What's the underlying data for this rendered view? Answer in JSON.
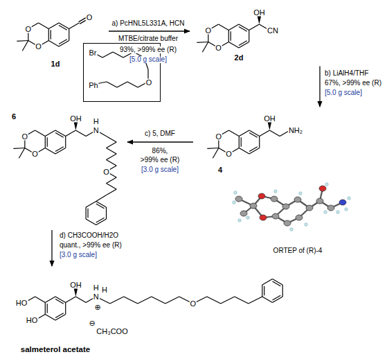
{
  "diagram": {
    "nodes": [
      {
        "text": [
          "O",
          "O",
          "O",
          "1d"
        ]
      },
      {
        "text": [
          "OH",
          "CN",
          "O",
          "O",
          "2d"
        ]
      },
      {
        "text": [
          "Br",
          "Ph",
          "O"
        ]
      },
      {
        "text": [
          "OH",
          "NH₂",
          "O",
          "O",
          "4"
        ]
      },
      {
        "text": [
          "OH",
          "H",
          "N",
          "O",
          "O",
          "O",
          "6"
        ]
      },
      {
        "text": [
          "OH",
          "H",
          "N",
          "H",
          "⊕",
          "HO",
          "HO",
          "O",
          "⊖",
          "CH₃COO",
          "salmeterol acetate"
        ]
      }
    ],
    "edges": [
      {
        "from": 0,
        "to": 1,
        "arrow": "to",
        "label": "a) PcHNL5L331A, HCN"
      },
      {
        "from": 1,
        "to": 3,
        "arrow": "to",
        "label": "b) LiAlH4/THF"
      },
      {
        "from": 3,
        "to": 4,
        "arrow": "to",
        "label": "c) 5, DMF"
      },
      {
        "from": 4,
        "to": 5,
        "arrow": "to",
        "label": "d) CH3COOH/H2O"
      }
    ],
    "labels": [
      "MTBE/citrate buffer",
      "93%, >99% ee (R)",
      "[5.0 g scale]",
      "67%, >99% ee (R)",
      "[5.0 g scale]",
      "86%,",
      ">99% ee (R)",
      "[3.0 g scale]",
      "ORTEP of (R)-4",
      "quant., >99% ee (R)",
      "[3.0 g scale]"
    ]
  }
}
